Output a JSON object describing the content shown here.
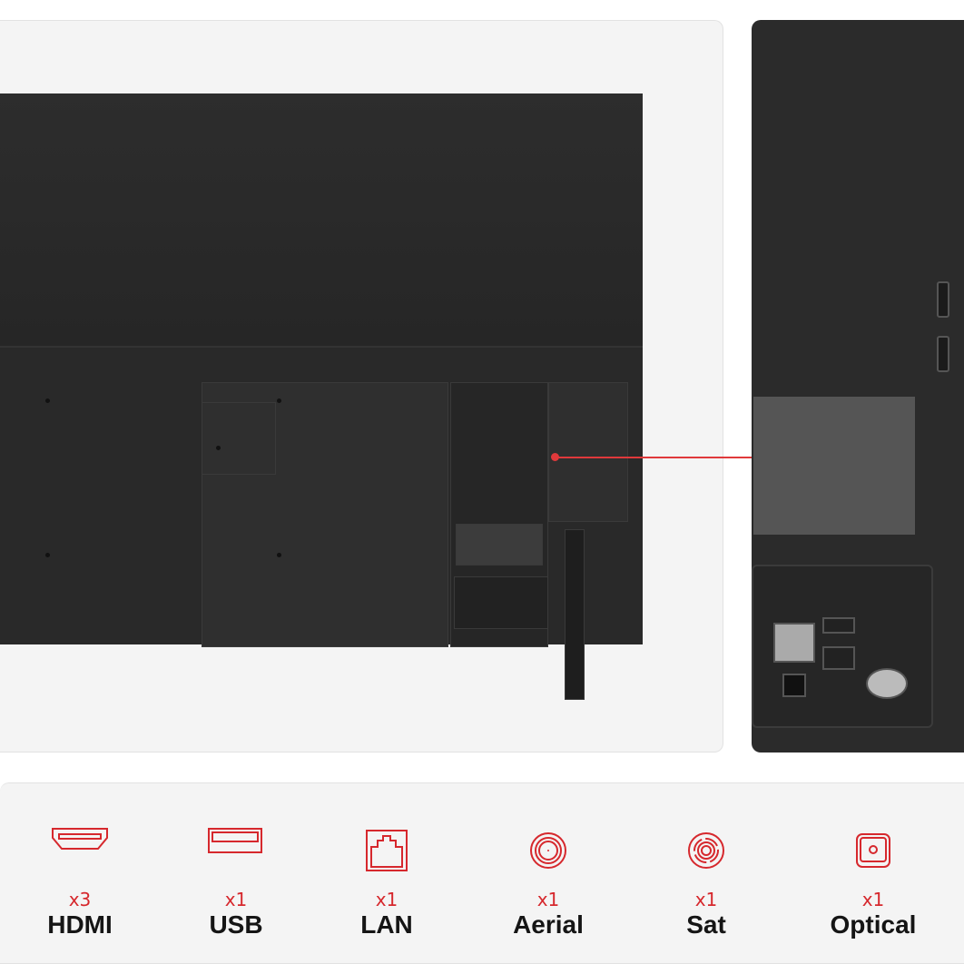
{
  "accent_color": "#d6282d",
  "connections": [
    {
      "icon": "hdmi-icon",
      "count": "x3",
      "name": "HDMI"
    },
    {
      "icon": "usb-icon",
      "count": "x1",
      "name": "USB"
    },
    {
      "icon": "lan-icon",
      "count": "x1",
      "name": "LAN"
    },
    {
      "icon": "aerial-icon",
      "count": "x1",
      "name": "Aerial"
    },
    {
      "icon": "sat-icon",
      "count": "x1",
      "name": "Sat"
    },
    {
      "icon": "optical-icon",
      "count": "x1",
      "name": "Optical"
    }
  ]
}
